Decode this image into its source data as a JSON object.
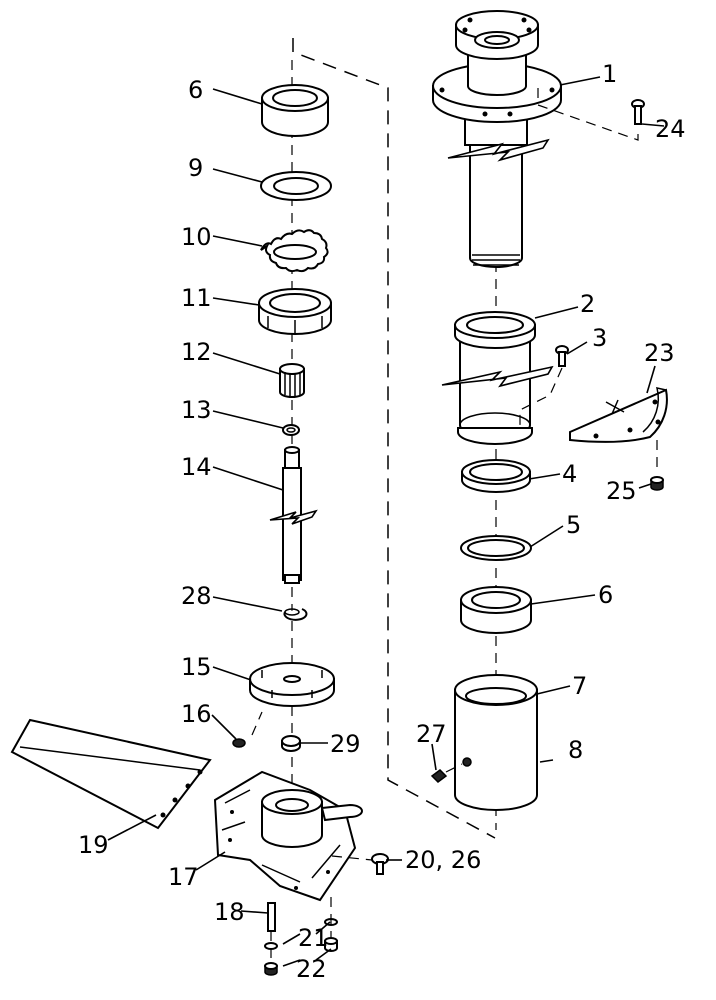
{
  "labels": {
    "p1": "1",
    "p2": "2",
    "p3": "3",
    "p4": "4",
    "p5": "5",
    "p6a": "6",
    "p6b": "6",
    "p7": "7",
    "p8": "8",
    "p9": "9",
    "p10": "10",
    "p11": "11",
    "p12": "12",
    "p13": "13",
    "p14": "14",
    "p15": "15",
    "p16": "16",
    "p17": "17",
    "p18": "18",
    "p19": "19",
    "p20": "20, 26",
    "p21": "21",
    "p22": "22",
    "p23": "23",
    "p24": "24",
    "p25": "25",
    "p27": "27",
    "p28": "28",
    "p29": "29"
  }
}
